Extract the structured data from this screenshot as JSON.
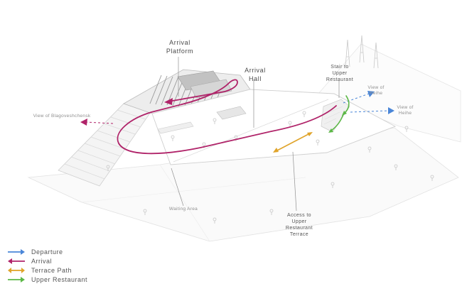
{
  "diagram": {
    "annotations": {
      "arrival_platform": "Arrival Platform",
      "arrival_hall": "Arrival Hall",
      "stair_to_upper_restaurant": "Stair to Upper Restaurant",
      "view_of_heihe_top": "View of Heihe",
      "view_of_heihe_right": "View of Heihe",
      "view_of_blagoveshchensk": "View of Blagoveshchensk",
      "waiting_area": "Waiting Area",
      "access_to_upper_restaurant_terrace": "Access to Upper Restaurant Terrace"
    },
    "legend": [
      {
        "label": "Departure",
        "color": "#4a86d8"
      },
      {
        "label": "Arrival",
        "color": "#b02369"
      },
      {
        "label": "Terrace Path",
        "color": "#e0a42b"
      },
      {
        "label": "Upper Restaurant",
        "color": "#5cb847"
      }
    ],
    "colors": {
      "departure": "#4a86d8",
      "arrival": "#b02369",
      "terrace_path": "#e0a42b",
      "upper_restaurant": "#5cb847",
      "leader_line": "#979797",
      "building_stroke": "#cccccc",
      "building_fill": "#f8f8f8"
    }
  }
}
